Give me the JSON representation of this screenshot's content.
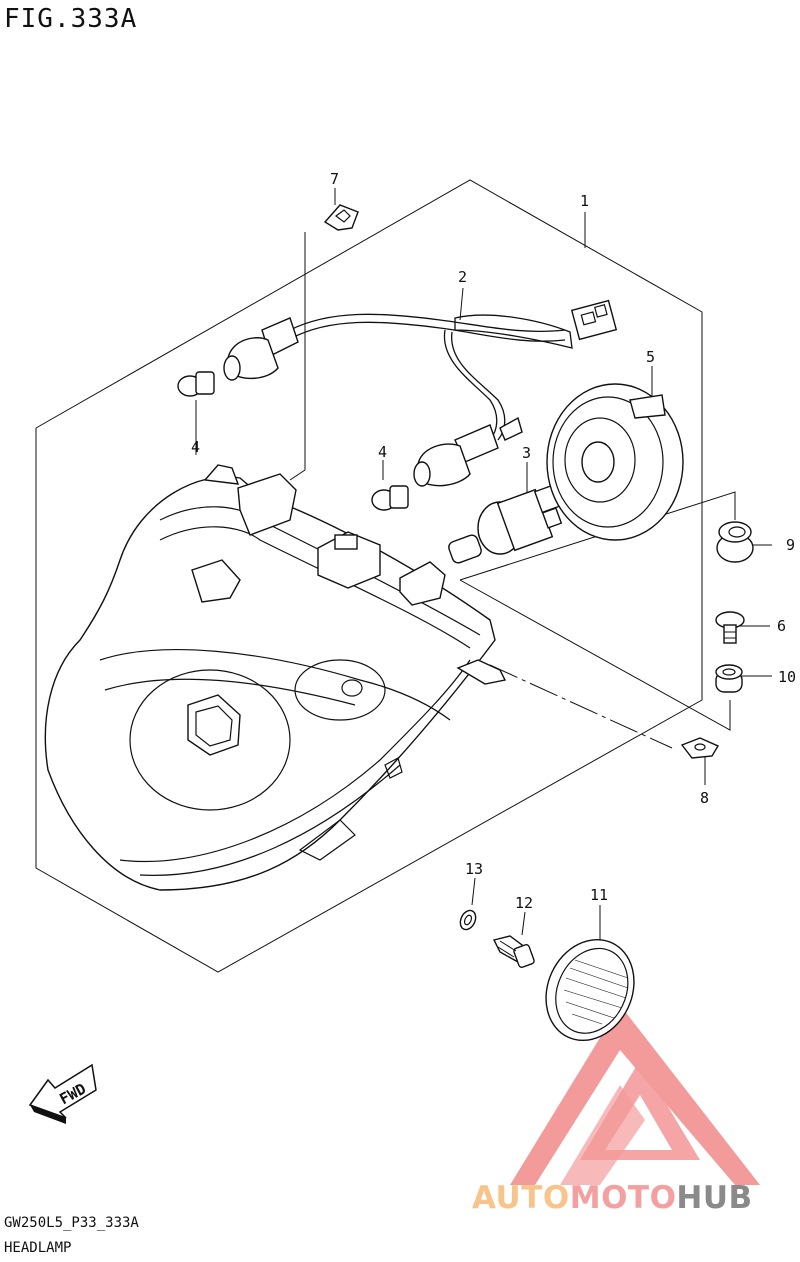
{
  "figure": {
    "title": "FIG.333A",
    "code": "GW250L5_P33_333A",
    "caption": "HEADLAMP"
  },
  "fwd_label": "FWD",
  "logo": {
    "part1": "AUTO",
    "part2": "MOTO",
    "part3": "HUB",
    "colors": {
      "auto": "#f7c58c",
      "moto": "#f4a0a0",
      "hub": "#8a8a8a",
      "triangle": "#f28a8a"
    }
  },
  "callouts": {
    "c1": "1",
    "c2": "2",
    "c3": "3",
    "c4a": "4",
    "c4b": "4",
    "c5": "5",
    "c6": "6",
    "c7": "7",
    "c8": "8",
    "c9": "9",
    "c10": "10",
    "c11": "11",
    "c12": "12",
    "c13": "13"
  }
}
